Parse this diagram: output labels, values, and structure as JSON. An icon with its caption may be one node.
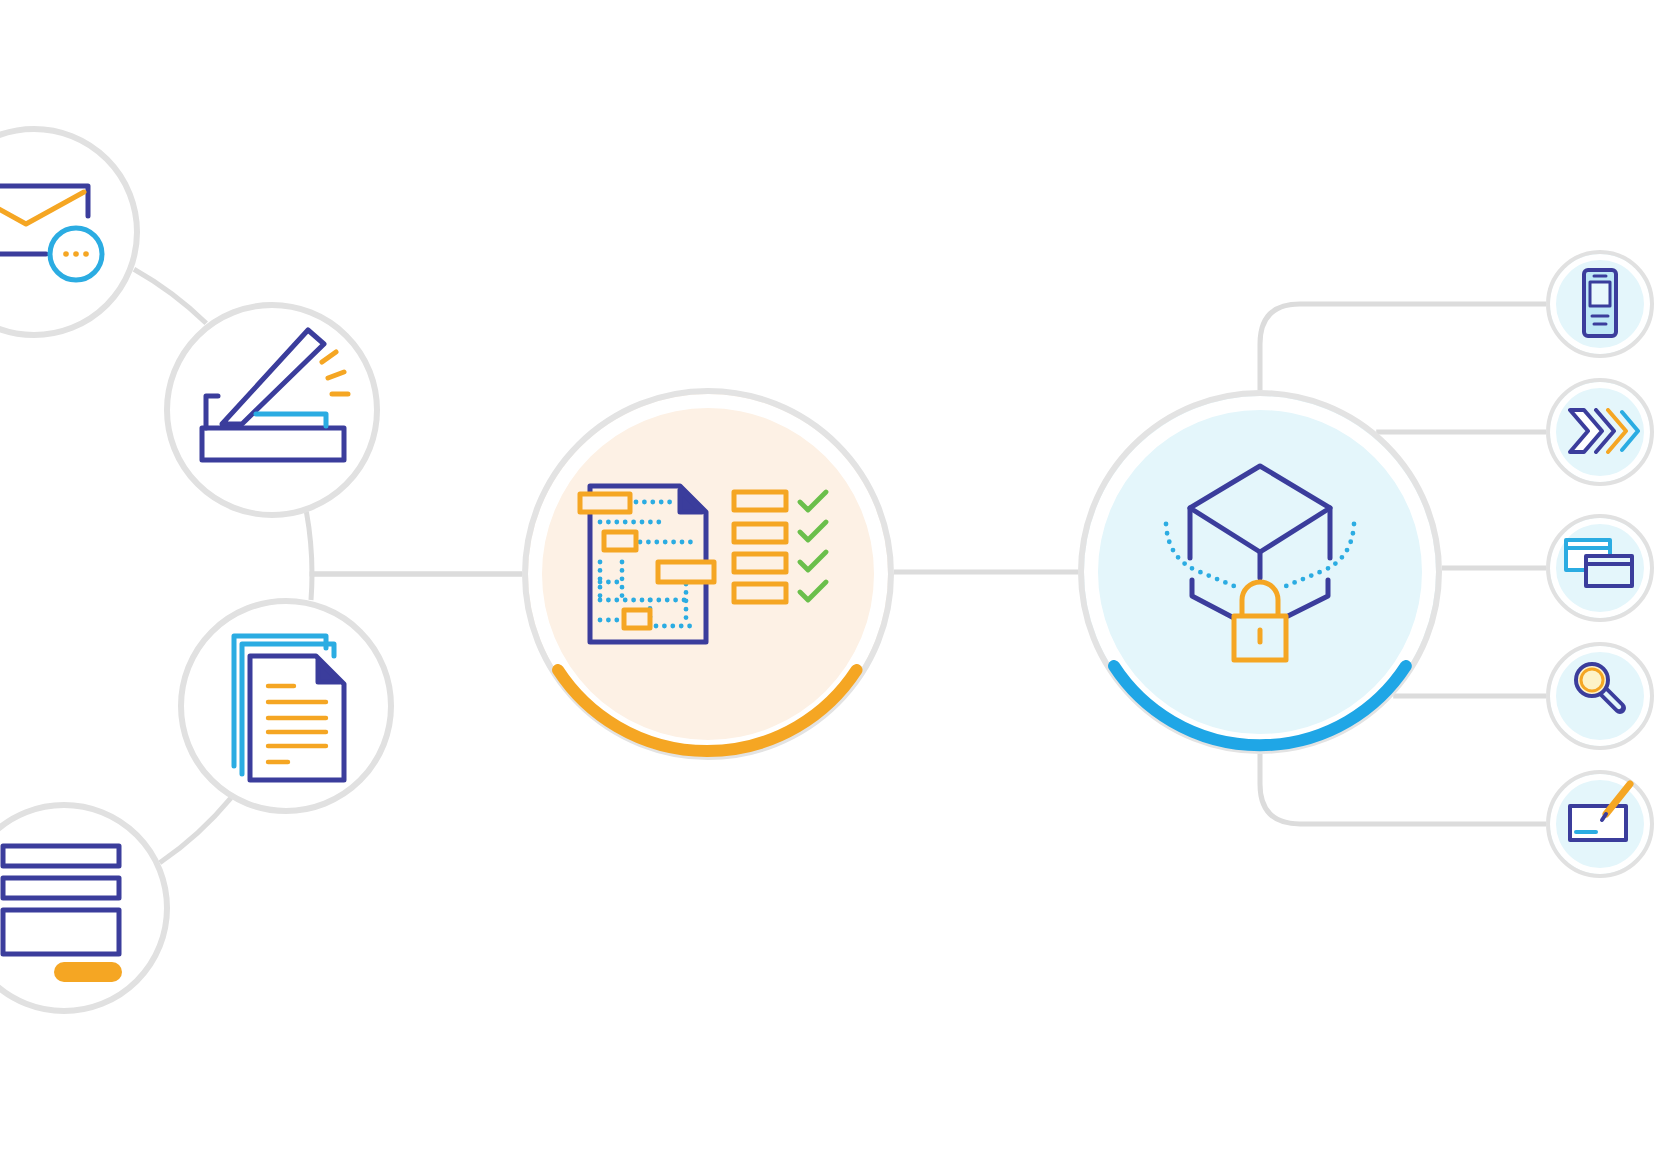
{
  "diagram": {
    "nodes": [
      {
        "text": [],
        "shape": "circle"
      },
      {
        "text": [],
        "shape": "circle"
      },
      {
        "text": [],
        "shape": "circle"
      },
      {
        "text": [],
        "shape": "circle"
      },
      {
        "text": [],
        "shape": "circle"
      },
      {
        "text": [],
        "shape": "circle"
      },
      {
        "text": [],
        "shape": "circle"
      },
      {
        "text": [],
        "shape": "circle"
      },
      {
        "text": [],
        "shape": "circle"
      },
      {
        "text": [],
        "shape": "circle"
      },
      {
        "text": [],
        "shape": "circle"
      }
    ],
    "edges": [
      {
        "from": 0,
        "to": 1,
        "arrow": "none"
      },
      {
        "from": 1,
        "to": 4,
        "arrow": "none"
      },
      {
        "from": 2,
        "to": 4,
        "arrow": "none"
      },
      {
        "from": 2,
        "to": 3,
        "arrow": "none"
      },
      {
        "from": 4,
        "to": 5,
        "arrow": "none"
      },
      {
        "from": 5,
        "to": 6,
        "arrow": "none"
      },
      {
        "from": 5,
        "to": 7,
        "arrow": "none"
      },
      {
        "from": 5,
        "to": 8,
        "arrow": "none"
      },
      {
        "from": 5,
        "to": 9,
        "arrow": "none"
      },
      {
        "from": 5,
        "to": 10,
        "arrow": "none"
      }
    ]
  }
}
